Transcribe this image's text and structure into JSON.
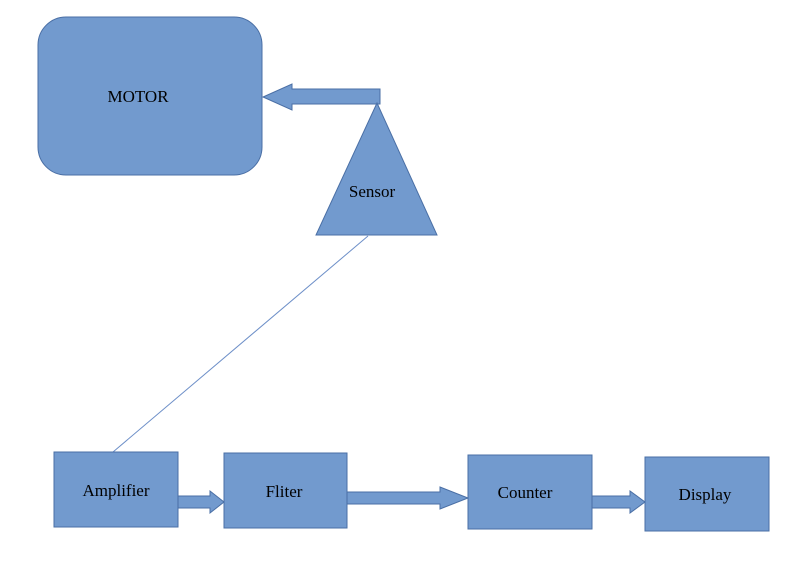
{
  "diagram": {
    "colors": {
      "fill": "#729ACE",
      "stroke": "#4A6FA5",
      "line": "#6D8FC8",
      "background": "#FFFFFF"
    },
    "nodes": {
      "motor": {
        "label": "MOTOR",
        "shape": "rounded-rectangle"
      },
      "sensor": {
        "label": "Sensor",
        "shape": "triangle"
      },
      "amplifier": {
        "label": "Amplifier",
        "shape": "rectangle"
      },
      "filter": {
        "label": "Fliter",
        "shape": "rectangle"
      },
      "counter": {
        "label": "Counter",
        "shape": "rectangle"
      },
      "display": {
        "label": "Display",
        "shape": "rectangle"
      }
    },
    "edges": [
      {
        "from": "sensor",
        "to": "motor",
        "style": "block-arrow"
      },
      {
        "from": "sensor",
        "to": "amplifier",
        "style": "line"
      },
      {
        "from": "amplifier",
        "to": "filter",
        "style": "block-arrow"
      },
      {
        "from": "filter",
        "to": "counter",
        "style": "block-arrow"
      },
      {
        "from": "counter",
        "to": "display",
        "style": "block-arrow"
      }
    ]
  }
}
